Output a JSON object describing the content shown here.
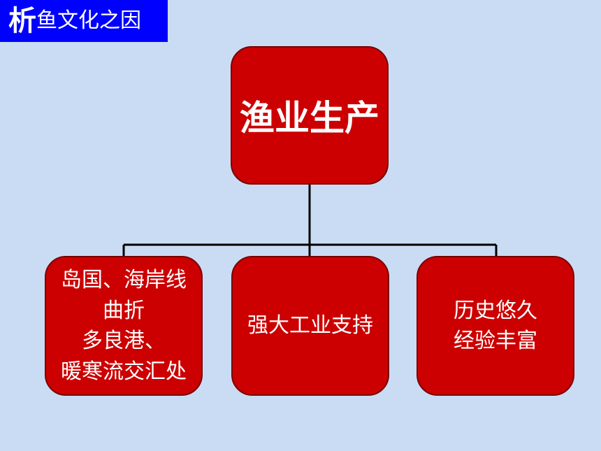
{
  "colors": {
    "background": "#cadcf4",
    "title_bg": "#0000ff",
    "node_fill": "#cc0000",
    "connector": "#000000"
  },
  "header": {
    "first_char": "析",
    "rest": "鱼文化之因"
  },
  "diagram": {
    "root": "渔业生产",
    "children": [
      {
        "lines": [
          "岛国、海岸线",
          "曲折",
          "多良港、",
          "暖寒流交汇处"
        ]
      },
      {
        "lines": [
          "强大工业支持"
        ]
      },
      {
        "lines": [
          "历史悠久",
          "经验丰富"
        ]
      }
    ]
  }
}
